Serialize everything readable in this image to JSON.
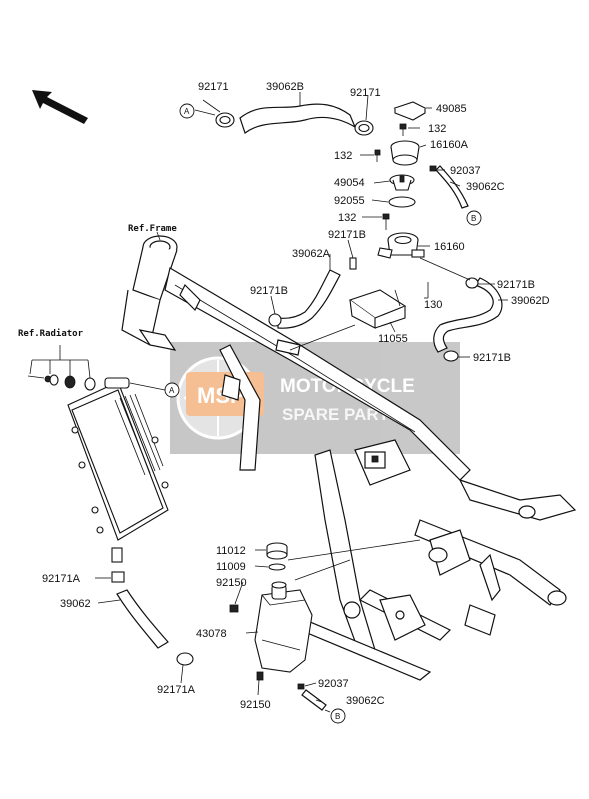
{
  "diagram": {
    "ref_labels": {
      "frame": "Ref.Frame",
      "radiator": "Ref.Radiator"
    },
    "connectors": {
      "a": "A",
      "b": "B"
    },
    "part_numbers": {
      "p92171_top": "92171",
      "p39062B": "39062B",
      "p92171_mid": "92171",
      "p49085": "49085",
      "p132_a": "132",
      "p16160A": "16160A",
      "p132_b": "132",
      "p92037_top": "92037",
      "p39062C_top": "39062C",
      "p49054": "49054",
      "p92055": "92055",
      "p132_c": "132",
      "p92171B_a": "92171B",
      "p16160": "16160",
      "p39062A": "39062A",
      "p92171B_b": "92171B",
      "p39062D": "39062D",
      "p92171B_c": "92171B",
      "p130": "130",
      "p11055": "11055",
      "p92171B_d": "92171B",
      "p11012": "11012",
      "p11009": "11009",
      "p92150_a": "92150",
      "p92171A_a": "92171A",
      "p39062": "39062",
      "p43078": "43078",
      "p92037_bot": "92037",
      "p39062C_bot": "39062C",
      "p92150_b": "92150",
      "p92171A_b": "92171A"
    },
    "watermark": {
      "logo": "MSP",
      "line1": "MOTORCYCLE",
      "line2": "SPARE PARTS"
    },
    "colors": {
      "watermark_bg": "#9a9a9a",
      "logo_accent": "#f08a3c",
      "line": "#111111"
    }
  }
}
